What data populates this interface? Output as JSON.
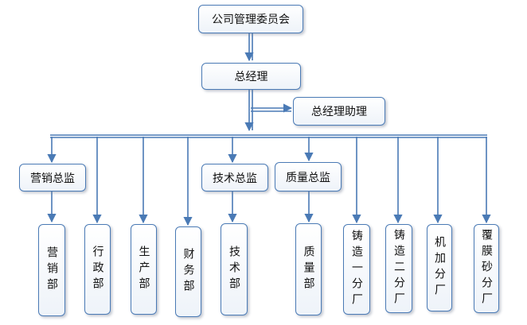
{
  "nodes": {
    "committee": "公司管理委员会",
    "gm": "总经理",
    "assistant": "总经理助理",
    "marketing_director": "营销总监",
    "tech_director": "技术总监",
    "quality_director": "质量总监",
    "dept_marketing": "营销部",
    "dept_admin": "行政部",
    "dept_production": "生产部",
    "dept_finance": "财务部",
    "dept_tech": "技术部",
    "dept_quality": "质量部",
    "branch_casting1": "铸造一分厂",
    "branch_casting2": "铸造二分厂",
    "branch_machining": "机加分厂",
    "branch_coating": "覆膜砂分厂"
  },
  "colors": {
    "line": "#4a7ab5",
    "border": "#4a7ab5"
  }
}
